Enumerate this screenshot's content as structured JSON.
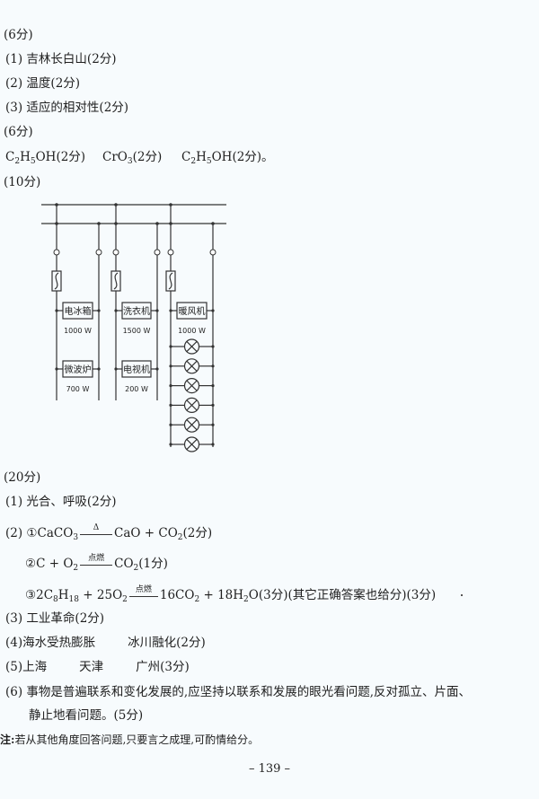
{
  "section1": {
    "score": "(6分)",
    "items": [
      {
        "num": "(1)",
        "text": "吉林长白山(2分)"
      },
      {
        "num": "(2)",
        "text": "温度(2分)"
      },
      {
        "num": "(3)",
        "text": "适应的相对性(2分)"
      }
    ]
  },
  "section2": {
    "score": "(6分)",
    "answers": [
      {
        "formula_parts": [
          "C",
          "2",
          "H",
          "5",
          "OH"
        ],
        "score": "(2分)"
      },
      {
        "formula_parts": [
          "CrO",
          "3"
        ],
        "score": "(2分)"
      },
      {
        "formula_parts": [
          "C",
          "2",
          "H",
          "5",
          "OH"
        ],
        "score": "(2分)。"
      }
    ]
  },
  "section3": {
    "score": "(10分)",
    "circuit": {
      "branches": [
        {
          "appliances": [
            {
              "name": "电冰箱",
              "power": "1000 W"
            },
            {
              "name": "微波炉",
              "power": "700 W"
            }
          ]
        },
        {
          "appliances": [
            {
              "name": "洗衣机",
              "power": "1500 W"
            },
            {
              "name": "电视机",
              "power": "200 W"
            }
          ]
        },
        {
          "appliances": [
            {
              "name": "暖风机",
              "power": "1000 W"
            }
          ],
          "lamp_count": 6
        }
      ]
    }
  },
  "section4": {
    "score": "(20分)",
    "q1": {
      "num": "(1)",
      "text": "光合、呼吸(2分)"
    },
    "q2": {
      "num": "(2)",
      "eq1": {
        "mark": "①",
        "left": "CaCO",
        "left_sub": "3",
        "condition": "Δ",
        "right1": "CaO + CO",
        "right1_sub": "2",
        "score": "(2分)"
      },
      "eq2": {
        "mark": "②",
        "left": "C + O",
        "left_sub": "2",
        "condition": "点燃",
        "right1": "CO",
        "right1_sub": "2",
        "score": "(1分)"
      },
      "eq3": {
        "mark": "③",
        "left_a": "2C",
        "left_a_sub1": "8",
        "left_b": "H",
        "left_b_sub": "18",
        "left_c": " + 25O",
        "left_c_sub": "2",
        "condition": "点燃",
        "right_a": "16CO",
        "right_a_sub": "2",
        "right_b": " + 18H",
        "right_b_sub": "2",
        "right_c": "O(3分)(其它正确答案也给分)(3分)"
      }
    },
    "q3": {
      "num": "(3)",
      "text": "工业革命(2分)"
    },
    "q4": {
      "num": "(4)",
      "text1": "海水受热膨胀",
      "text2": "冰川融化(2分)"
    },
    "q5": {
      "num": "(5)",
      "text1": "上海",
      "text2": "天津",
      "text3": "广州(3分)"
    },
    "q6": {
      "num": "(6)",
      "line1": "事物是普遍联系和变化发展的,应坚持以联系和发展的眼光看问题,反对孤立、片面、",
      "line2": "静止地看问题。(5分)"
    }
  },
  "note": {
    "label": "注:",
    "text": "若从其他角度回答问题,只要言之成理,可酌情给分。"
  },
  "page_number": "– 139 –"
}
